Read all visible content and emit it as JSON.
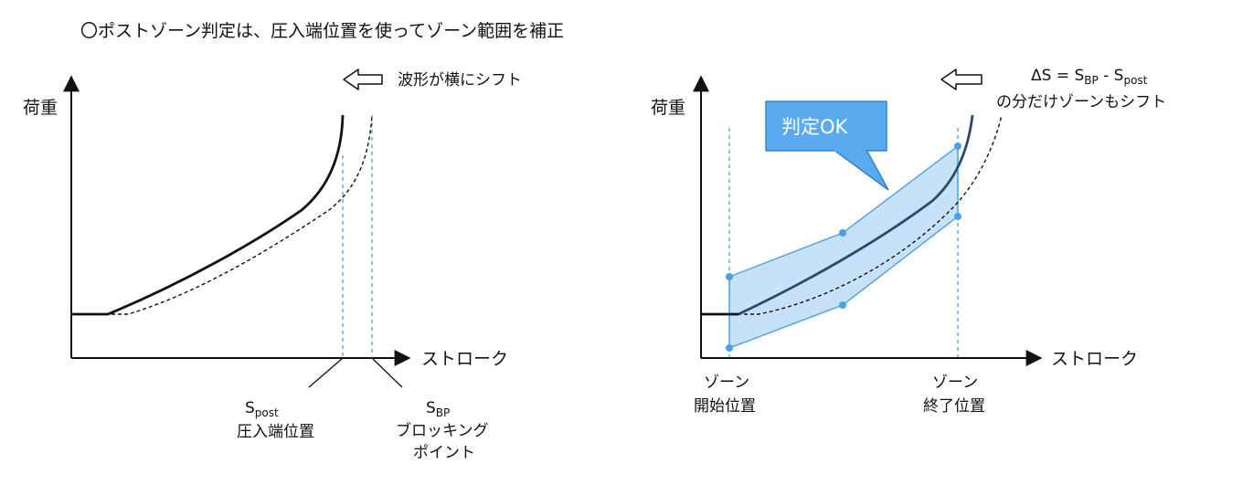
{
  "title": "〇ポストゾーン判定は、圧入端位置を使ってゾーン範囲を補正",
  "colors": {
    "ink": "#111111",
    "guide": "#4aa3df",
    "zone_fill": "#bcdcf7",
    "zone_edge": "#4b9fe6",
    "zone_point": "#4b9fe6",
    "callout_fill": "#5aaaf0",
    "callout_edge": "#2f7fc8",
    "corrected_curve": "#2b4a6b"
  },
  "left_panel": {
    "y_axis_label": "荷重",
    "x_axis_label": "ストローク",
    "shift_note": "波形が横にシフト",
    "shift_icon": "left-arrow-icon",
    "s_post": {
      "symbol": "S",
      "subscript": "post",
      "caption": "圧入端位置"
    },
    "s_bp": {
      "symbol": "S",
      "subscript": "BP",
      "caption_line1": "ブロッキング",
      "caption_line2": "ポイント"
    }
  },
  "right_panel": {
    "y_axis_label": "荷重",
    "x_axis_label": "ストローク",
    "shift_icon": "left-arrow-icon",
    "delta_formula": {
      "lhs": "ΔS = S",
      "sub1": "BP",
      "mid": " - S",
      "sub2": "post"
    },
    "delta_caption": "の分だけゾーンもシフト",
    "callout": "判定OK",
    "zone_start": {
      "line1": "ゾーン",
      "line2": "開始位置"
    },
    "zone_end": {
      "line1": "ゾーン",
      "line2": "終了位置"
    }
  }
}
